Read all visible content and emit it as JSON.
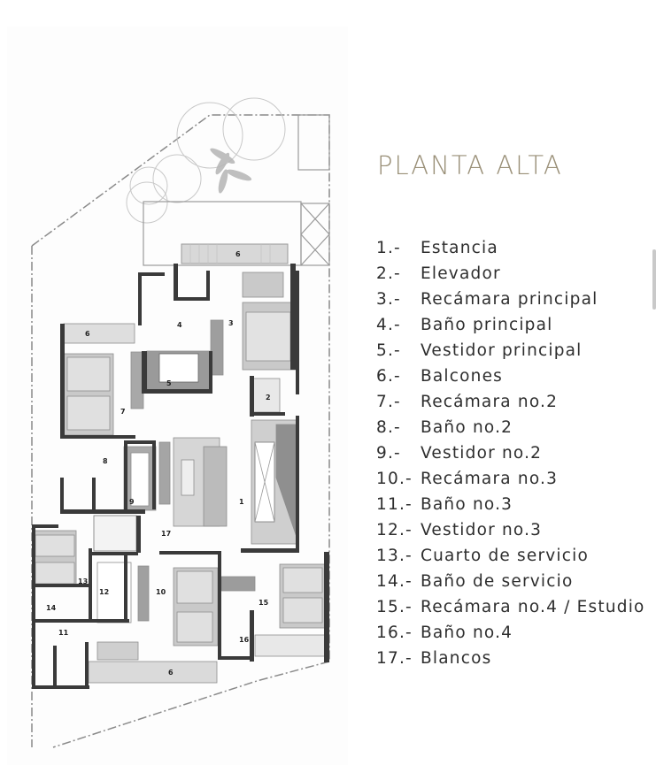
{
  "title": "PLANTA ALTA",
  "colors": {
    "title": "#9a9078",
    "legend_text": "#2e2e2e",
    "wall": "#3a3a3a",
    "furniture": "#b8b8b8",
    "property_line": "#8a8a8a"
  },
  "legend": [
    {
      "num": "1.-",
      "label": "Estancia"
    },
    {
      "num": "2.-",
      "label": "Elevador"
    },
    {
      "num": "3.-",
      "label": "Recámara principal"
    },
    {
      "num": "4.-",
      "label": "Baño principal"
    },
    {
      "num": "5.-",
      "label": "Vestidor principal"
    },
    {
      "num": "6.-",
      "label": "Balcones"
    },
    {
      "num": "7.-",
      "label": "Recámara no.2"
    },
    {
      "num": "8.-",
      "label": "Baño no.2"
    },
    {
      "num": "9.-",
      "label": "Vestidor no.2"
    },
    {
      "num": "10.-",
      "label": "Recámara no.3"
    },
    {
      "num": "11.-",
      "label": "Baño no.3"
    },
    {
      "num": "12.-",
      "label": "Vestidor no.3"
    },
    {
      "num": "13.-",
      "label": "Cuarto de servicio"
    },
    {
      "num": "14.-",
      "label": "Baño de servicio"
    },
    {
      "num": "15.-",
      "label": "Recámara no.4 / Estudio"
    },
    {
      "num": "16.-",
      "label": "Baño no.4"
    },
    {
      "num": "17.-",
      "label": "Blancos"
    }
  ],
  "plan_labels": {
    "r1": "1",
    "r2": "2",
    "r3": "3",
    "r4": "4",
    "r5": "5",
    "r6a": "6",
    "r6b": "6",
    "r6c": "6",
    "r7": "7",
    "r8": "8",
    "r9": "9",
    "r10": "10",
    "r11": "11",
    "r12": "12",
    "r13": "13",
    "r14": "14",
    "r15": "15",
    "r16": "16",
    "r17": "17"
  }
}
